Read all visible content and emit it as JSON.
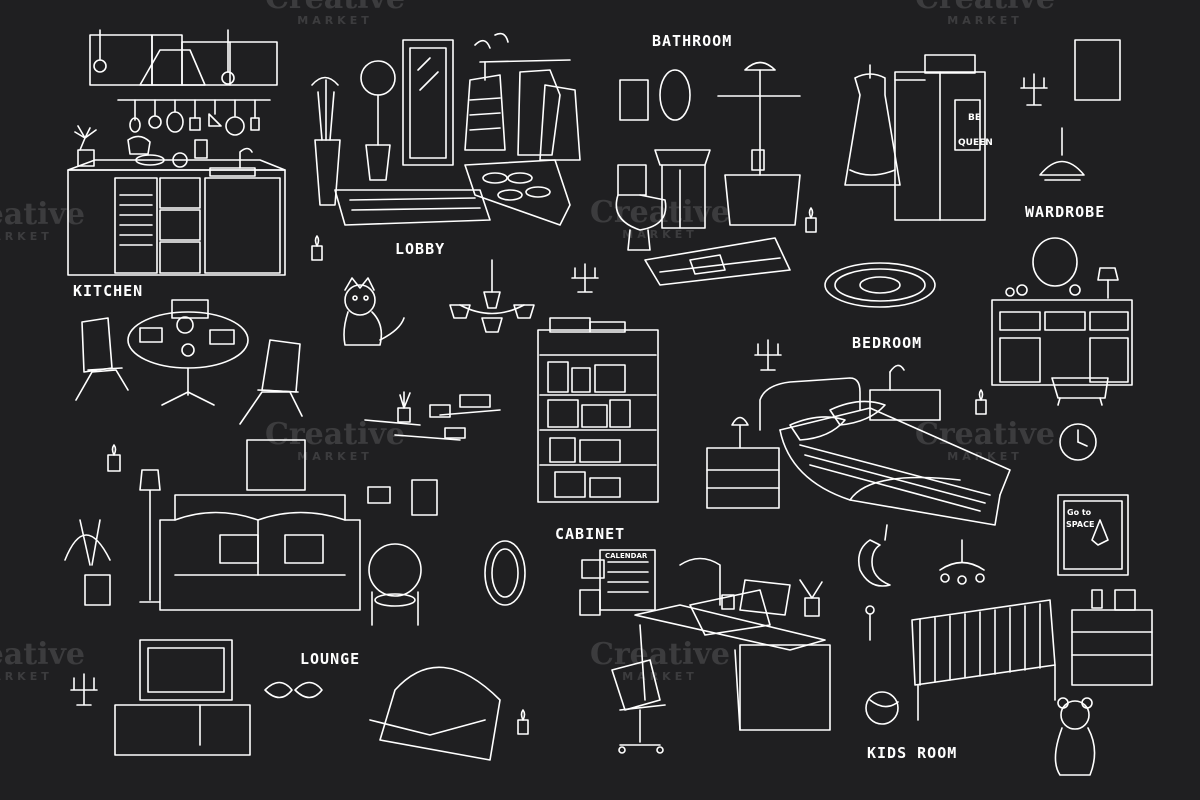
{
  "labels": {
    "bathroom": "BATHROOM",
    "lobby": "LOBBY",
    "kitchen": "KITCHEN",
    "wardrobe": "WARDROBE",
    "bedroom": "BEDROOM",
    "cabinet": "CABINET",
    "lounge": "LOUNGE",
    "kids_room": "KIDS ROOM"
  },
  "poster_be_queen": {
    "line1": "BE",
    "line2": "QUEEN"
  },
  "poster_space": {
    "line1": "Go to",
    "line2": "SPACE"
  },
  "calendar_text": "CALENDAR",
  "watermark": {
    "title": "Creative",
    "subtitle": "MARKET"
  },
  "colors": {
    "background": "#1f1f21",
    "line": "#ffffff"
  }
}
